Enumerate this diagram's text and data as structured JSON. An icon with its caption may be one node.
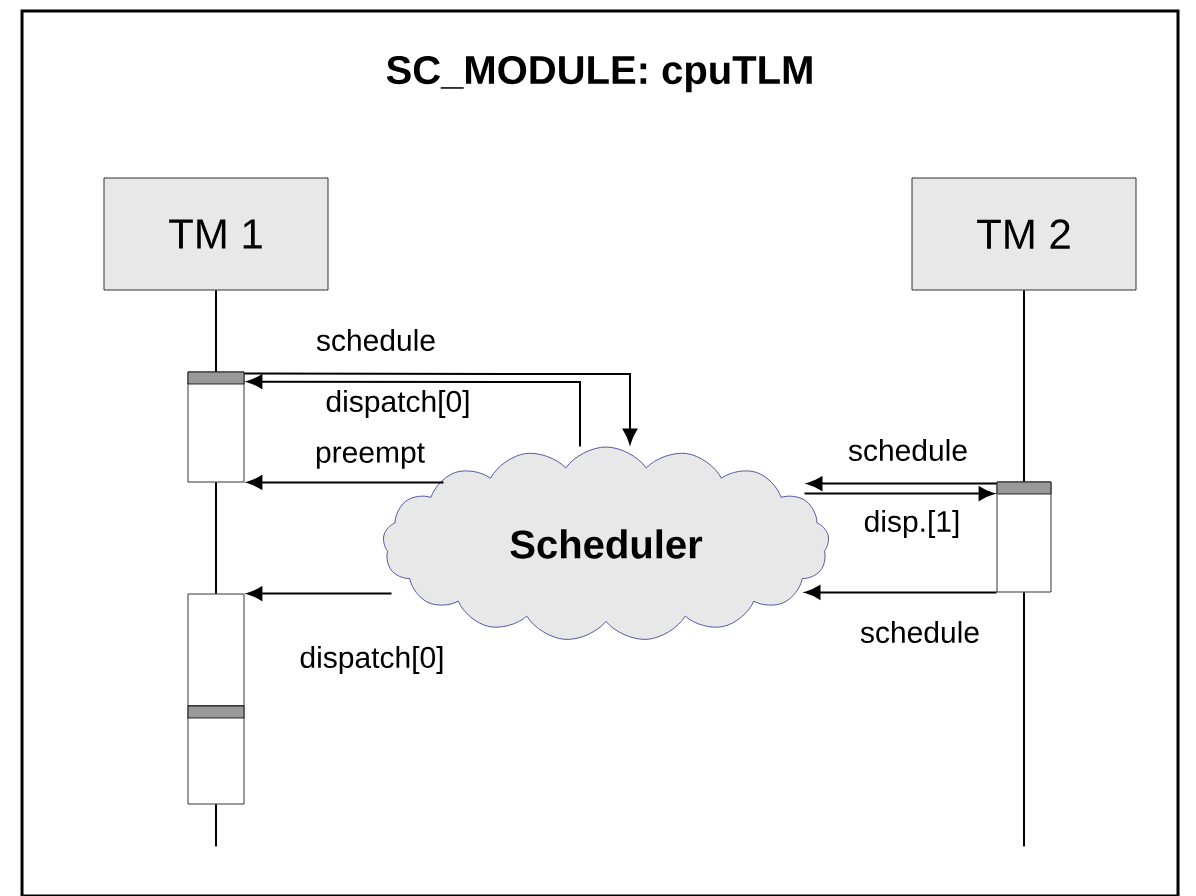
{
  "diagram": {
    "nodes": [
      {
        "text": [
          "SC_MODULE: cpuTLM"
        ]
      },
      {
        "text": [
          "TM 1"
        ],
        "in": 0
      },
      {
        "text": [
          "TM 2"
        ],
        "in": 0
      },
      {
        "text": [
          "Scheduler"
        ],
        "in": 0
      },
      {
        "text": [],
        "shape": "bar",
        "in": 0
      },
      {
        "text": [],
        "shape": "bar",
        "in": 0
      },
      {
        "text": [],
        "shape": "bar",
        "in": 0
      },
      {
        "text": [],
        "shape": "bar",
        "in": 0
      }
    ],
    "edges": [
      {
        "from": 1,
        "to": 4,
        "arrow": "none"
      },
      {
        "from": 4,
        "to": 5,
        "arrow": "none"
      },
      {
        "from": 6,
        "to": null,
        "arrow": "none"
      },
      {
        "from": 2,
        "to": 7,
        "arrow": "none"
      },
      {
        "from": 7,
        "to": null,
        "arrow": "none"
      },
      {
        "from": 4,
        "to": 3,
        "arrow": "to",
        "label": "schedule"
      },
      {
        "from": 3,
        "to": 4,
        "arrow": "to",
        "label": "dispatch[0]"
      },
      {
        "from": 3,
        "to": 4,
        "arrow": "to",
        "label": "preempt"
      },
      {
        "from": 7,
        "to": 3,
        "arrow": "to",
        "label": "schedule"
      },
      {
        "from": 3,
        "to": 7,
        "arrow": "to",
        "label": "disp.[1]"
      },
      {
        "from": 3,
        "to": 5,
        "arrow": "to",
        "label": "dispatch[0]"
      },
      {
        "from": 7,
        "to": 3,
        "arrow": "to",
        "label": "schedule"
      }
    ]
  }
}
